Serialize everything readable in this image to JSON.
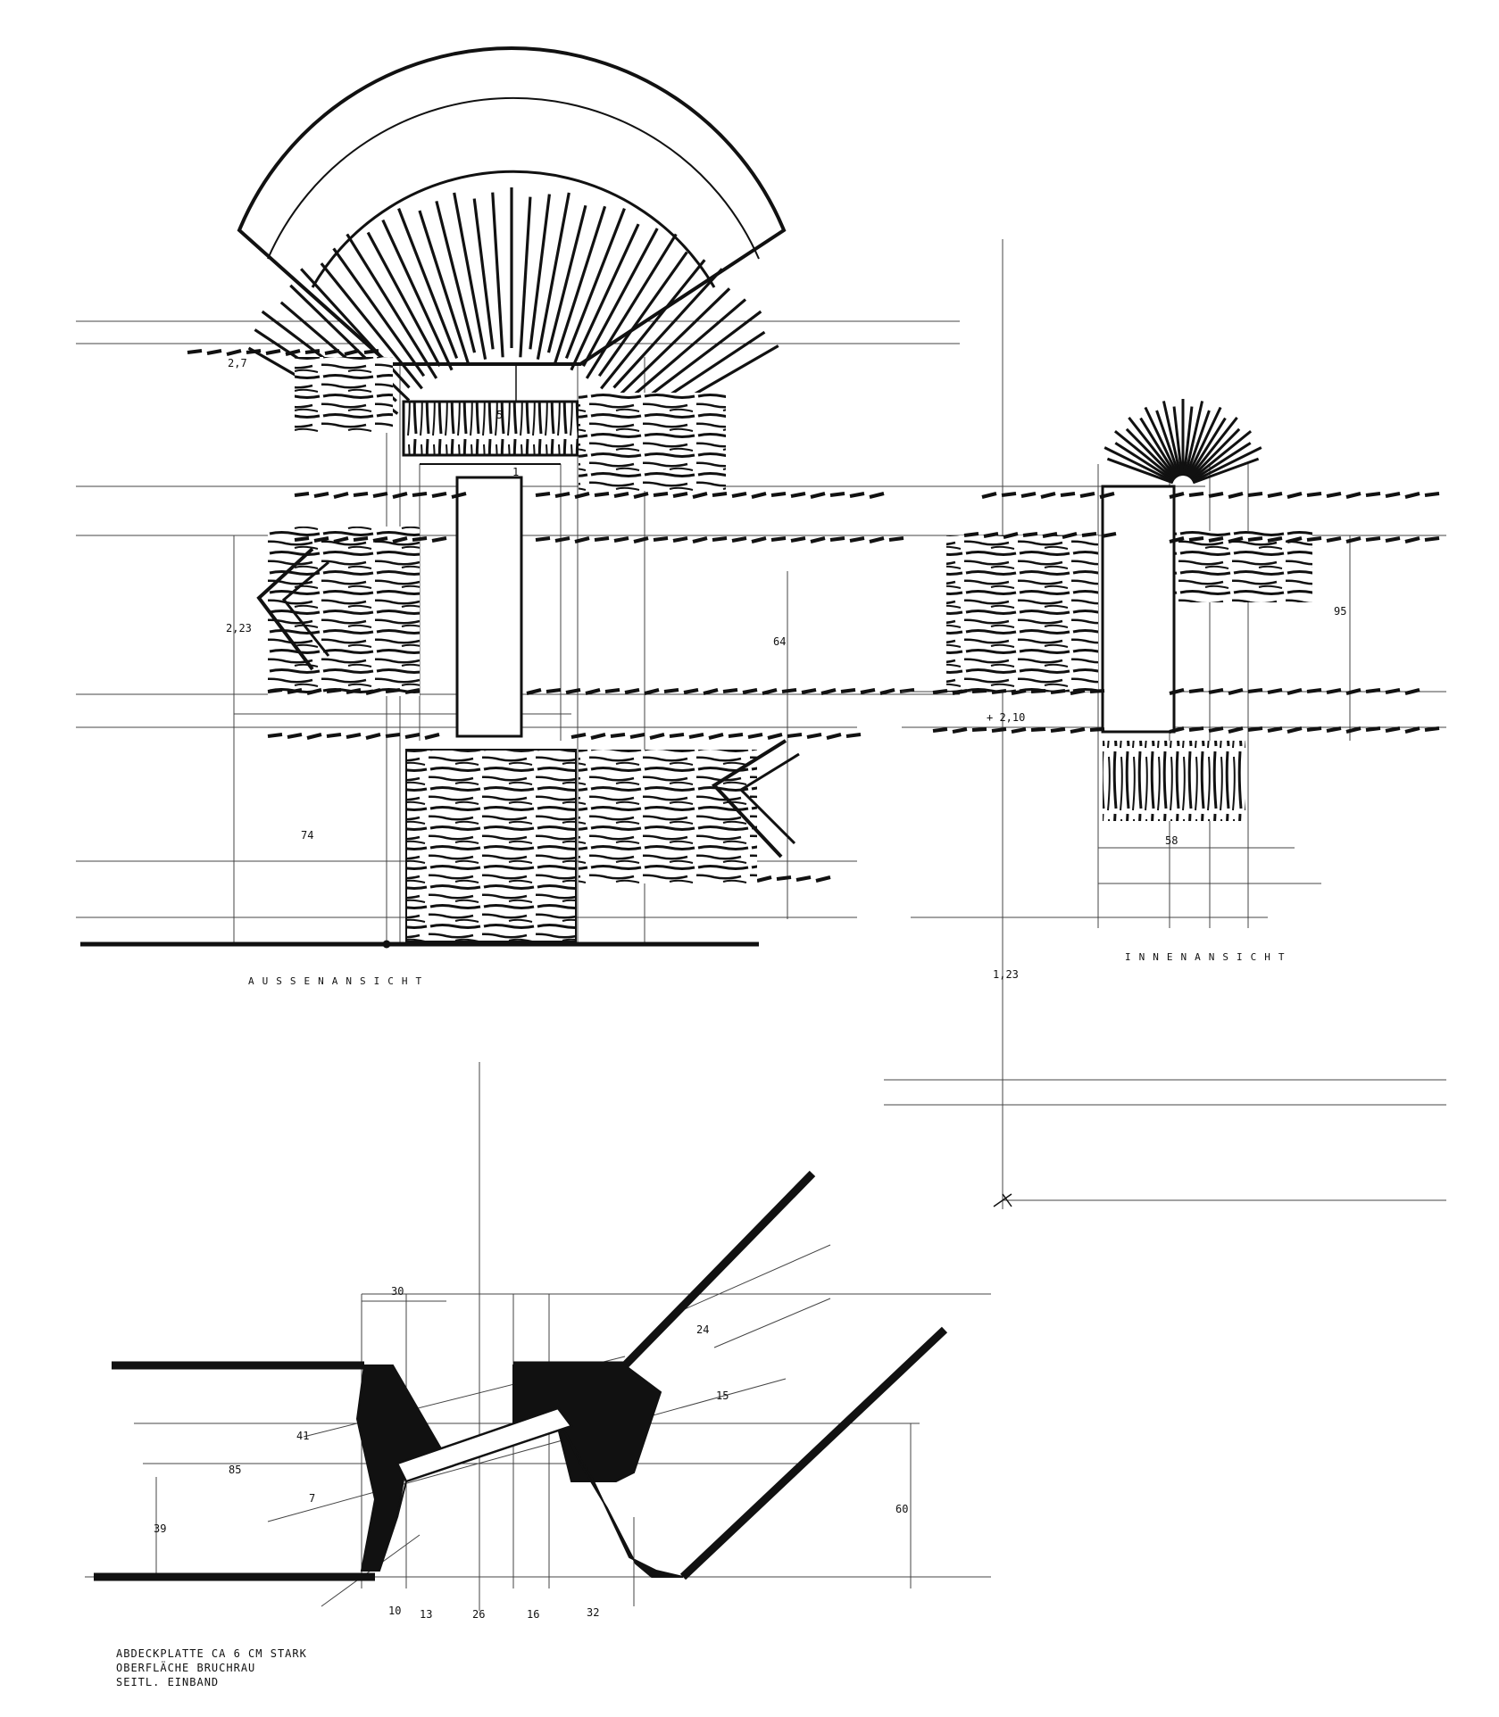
{
  "views": {
    "outer": {
      "title": "AUSSENANSICHT",
      "dims": {
        "d_height": "64",
        "d_lower": "74",
        "level_mid": "2,23",
        "level_top": "2,7",
        "keystone": "5",
        "mark": "1"
      }
    },
    "inner": {
      "title": "INNENANSICHT",
      "dims": {
        "d_height": "95",
        "d_width": "58",
        "level": "+ 2,10",
        "level_low": "1,23"
      }
    },
    "plan": {
      "dims": {
        "d30": "30",
        "d24": "24",
        "d15": "15",
        "d41": "41",
        "d85": "85",
        "d7": "7",
        "d39": "39",
        "d60": "60",
        "d10": "10",
        "d13": "13",
        "d26": "26",
        "d16": "16",
        "d32": "32"
      },
      "note": [
        "ABDECKPLATTE  CA  6 CM  STARK",
        "OBERFLÄCHE  BRUCHRAU",
        "SEITL. EINBAND"
      ]
    }
  },
  "colors": {
    "ink": "#111111",
    "paper": "#ffffff",
    "line": "#333333"
  }
}
